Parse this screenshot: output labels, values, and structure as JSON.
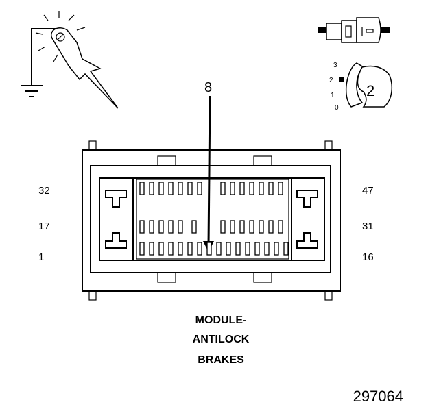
{
  "callout": {
    "pin": "8"
  },
  "pin_labels": {
    "left_top": "32",
    "left_mid": "17",
    "left_bot": "1",
    "right_top": "47",
    "right_mid": "31",
    "right_bot": "16"
  },
  "title_lines": [
    "MODULE-",
    "ANTILOCK",
    "BRAKES"
  ],
  "probe_view": {
    "positions": [
      "3",
      "2",
      "1",
      "0"
    ],
    "selected_position": "2"
  },
  "figure_number": "297064",
  "icons": [
    "ground-symbol-icon",
    "test-probe-icon",
    "connector-side-view-icon",
    "rotary-selector-icon",
    "arrow-down-icon"
  ]
}
